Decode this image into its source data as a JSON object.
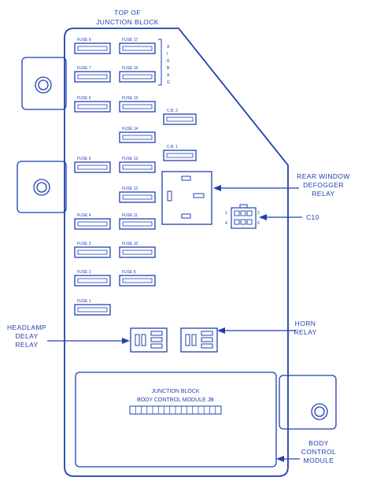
{
  "title_lines": [
    "TOP OF",
    "JUNCTION BLOCK"
  ],
  "fuses": {
    "f9": "FUSE 9",
    "f17": "FUSE 17",
    "f7": "FUSE 7",
    "f16": "FUSE 16",
    "f6": "FUSE 6",
    "f15": "FUSE 15",
    "f14": "FUSE 14",
    "f5": "FUSE 5",
    "f13": "FUSE 13",
    "f12": "FUSE 12",
    "f4": "FUSE 4",
    "f11": "FUSE 11",
    "f3": "FUSE 3",
    "f10": "FUSE 10",
    "f2": "FUSE 2",
    "f8": "FUSE 8",
    "f1": "FUSE 1"
  },
  "circuit_breakers": {
    "cb2": "C.B. 2",
    "cb1": "C.B. 1"
  },
  "airbag_letters": [
    "A",
    "I",
    "R",
    "B",
    "A",
    "G"
  ],
  "callouts": {
    "rear_window": [
      "REAR WINDOW",
      "DEFOGGER",
      "RELAY"
    ],
    "c10": "C10",
    "headlamp": [
      "HEADLAMP",
      "DELAY",
      "RELAY"
    ],
    "horn": [
      "HORN",
      "RELAY"
    ],
    "bcm": [
      "BODY",
      "CONTROL",
      "MODULE"
    ]
  },
  "connector_pins": {
    "p1": "1",
    "p3": "3",
    "p4": "4",
    "p6": "6"
  },
  "module_text": [
    "JUNCTION BLOCK",
    "BODY CONTROL MODULE JB"
  ],
  "colors": {
    "line": "#1f3fb0",
    "background": "#ffffff"
  }
}
